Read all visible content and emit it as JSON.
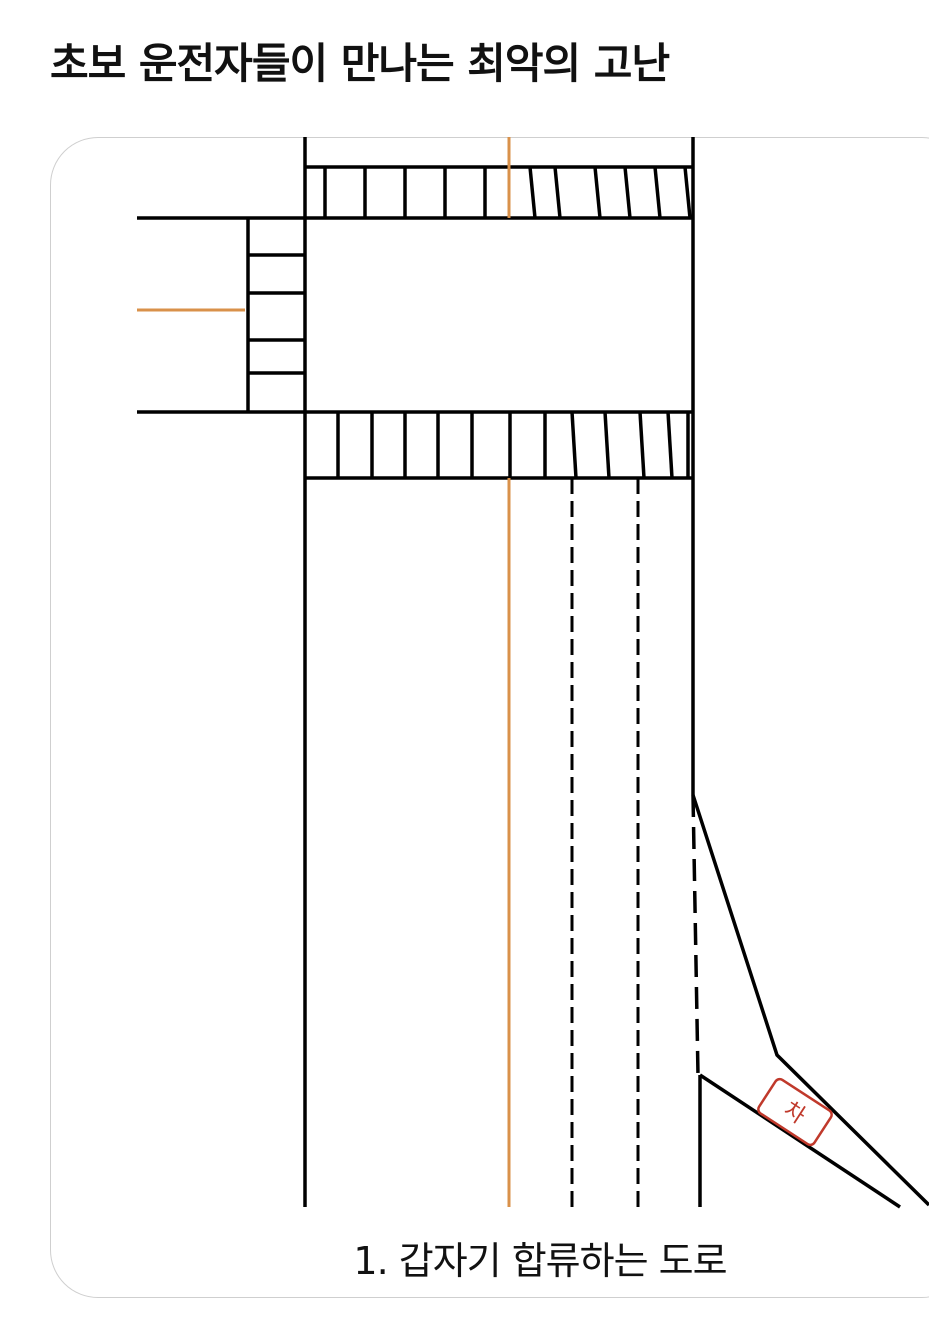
{
  "title": "초보 운전자들이 만나는 최악의 고난",
  "caption": "1. 갑자기 합류하는 도로",
  "car_label": "차",
  "colors": {
    "road_line": "#000000",
    "center_line": "#d9914a",
    "car": "#c0392b"
  }
}
